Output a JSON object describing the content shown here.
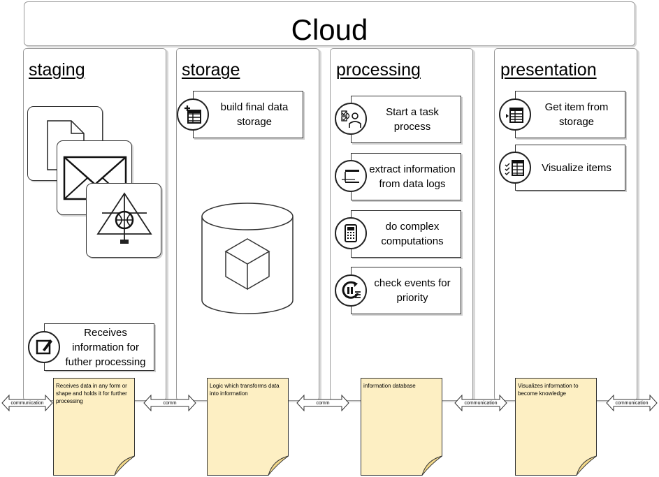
{
  "title": "Cloud",
  "columns": [
    {
      "title": "staging"
    },
    {
      "title": "storage"
    },
    {
      "title": "processing"
    },
    {
      "title": "presentation"
    }
  ],
  "tasks": {
    "staging_receive": "Receives information for futher processing",
    "storage_build": "build final data storage",
    "processing_start": "Start a task process",
    "processing_extract": "extract information from data logs",
    "processing_compute": "do complex computations",
    "processing_events": "check events for priority",
    "presentation_get": "Get item from storage",
    "presentation_visualize": "Visualize items"
  },
  "notes": [
    "Receives data in any form or shape and holds it for further processing",
    "Logic which transforms data into information",
    "information database",
    "Visualizes information to become knowledge"
  ],
  "arrows": [
    "communication",
    "comm",
    "comm",
    "communication",
    "communication"
  ],
  "icons": {
    "staging_tiles": [
      "document-icon",
      "envelope-icon",
      "globe-network-icon"
    ],
    "storage_db": "database-cube-icon",
    "staging_receive": "edit-form-icon",
    "storage_build": "add-table-icon",
    "processing_start": "task-process-icon",
    "processing_extract": "extract-data-icon",
    "processing_compute": "calculator-icon",
    "processing_events": "priority-events-icon",
    "presentation_get": "get-item-table-icon",
    "presentation_visualize": "checklist-table-icon"
  },
  "colors": {
    "note_fill": "#fdefc3",
    "border": "#333333"
  }
}
